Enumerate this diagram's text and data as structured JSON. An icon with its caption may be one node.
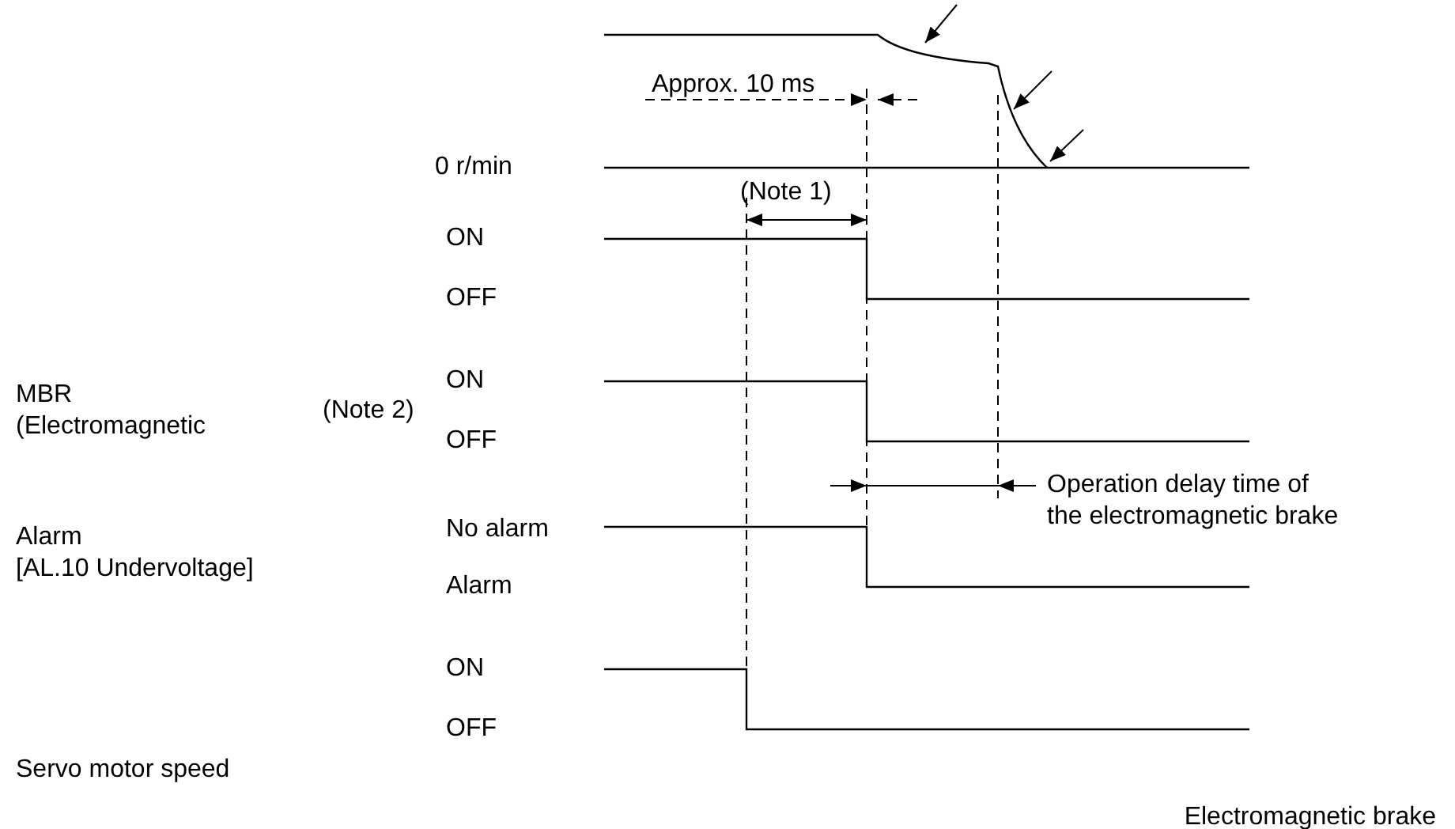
{
  "diagram": {
    "labels": [
      "Approx. 10 ms",
      "0 r/min",
      "(Note 1)",
      "ON",
      "OFF",
      "MBR (Electromagnetic",
      "(Note 2)",
      "ON",
      "OFF",
      "Operation delay time of the electromagnetic brake",
      "Alarm [AL.10 Undervoltage]",
      "No alarm",
      "Alarm",
      "ON",
      "OFF",
      "Servo motor speed",
      "Electromagnetic brake"
    ]
  }
}
